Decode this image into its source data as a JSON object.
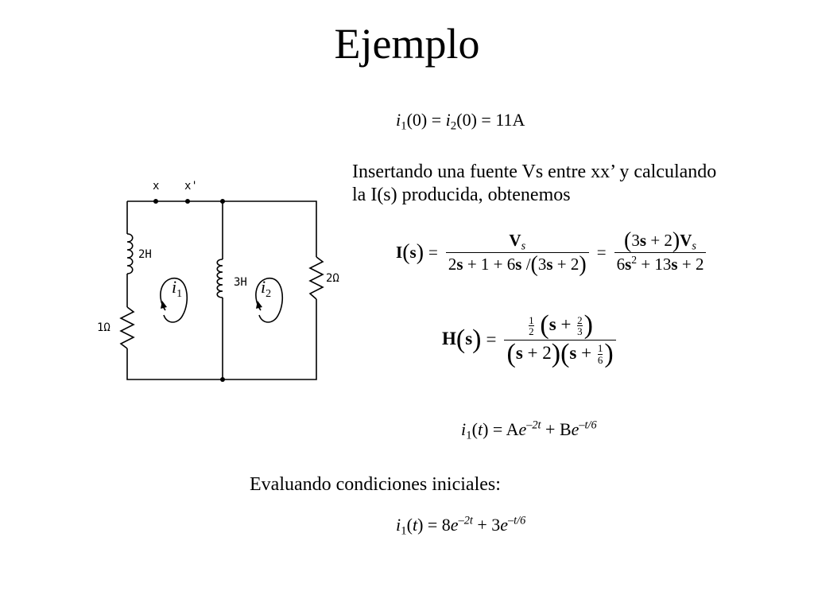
{
  "slide": {
    "title": "Ejemplo",
    "initial_condition": {
      "var1": "i",
      "sub1": "1",
      "mid": "(0) = ",
      "var2": "i",
      "sub2": "2",
      "rest": "(0) = 11A"
    },
    "insert_text_line1": "Insertando una fuente Vs entre xx’ y calculando",
    "insert_text_line2": "la I(s) producida, obtenemos",
    "eval_text": "Evaluando condiciones iniciales:"
  },
  "circuit": {
    "node_x": "x",
    "node_xp": "x'",
    "inductor_left": "2H",
    "inductor_mid": "3H",
    "resistor_left": "1Ω",
    "resistor_right": "2Ω",
    "loop1_var": "i",
    "loop1_sub": "1",
    "loop2_var": "i",
    "loop2_sub": "2"
  },
  "equations": {
    "I_s": {
      "lhs_bold": "I",
      "lhs_arg": "s",
      "eq": "=",
      "num_V": "V",
      "num_Vsub": "s",
      "den1_a": "2",
      "den1_s1": "s",
      "den1_b": " + 1 + 6",
      "den1_s2": "s",
      "den1_c": " /",
      "den1_d": "3",
      "den1_s3": "s",
      "den1_e": " + 2",
      "eq2": "=",
      "num2_a": "3",
      "num2_s": "s",
      "num2_b": " + 2",
      "num2_V": "V",
      "num2_Vsub": "s",
      "den2_a": "6",
      "den2_s": "s",
      "den2_exp": "2",
      "den2_b": " + 13",
      "den2_s2": "s",
      "den2_c": " + 2"
    },
    "H_s": {
      "lhs_bold": "H",
      "lhs_arg": "s",
      "eq": "=",
      "half_n": "1",
      "half_d": "2",
      "num_s": "s",
      "plus": "+",
      "two3_n": "2",
      "two3_d": "3",
      "den_s1": "s",
      "den_plus2": "+ 2",
      "den_s2": "s",
      "den_plus": "+",
      "sixth_n": "1",
      "sixth_d": "6"
    },
    "i1_general": {
      "var": "i",
      "sub": "1",
      "arg_open": "(",
      "arg": "t",
      "arg_close": ") = A",
      "e1": "e",
      "exp1": "–2t",
      "mid": " + B",
      "e2": "e",
      "exp2": "–t/6"
    },
    "i1_solution": {
      "var": "i",
      "sub": "1",
      "arg_open": "(",
      "arg": "t",
      "arg_close": ") = 8",
      "e1": "e",
      "exp1": "–2t",
      "mid": " +  3",
      "e2": "e",
      "exp2": "–t/6"
    }
  }
}
